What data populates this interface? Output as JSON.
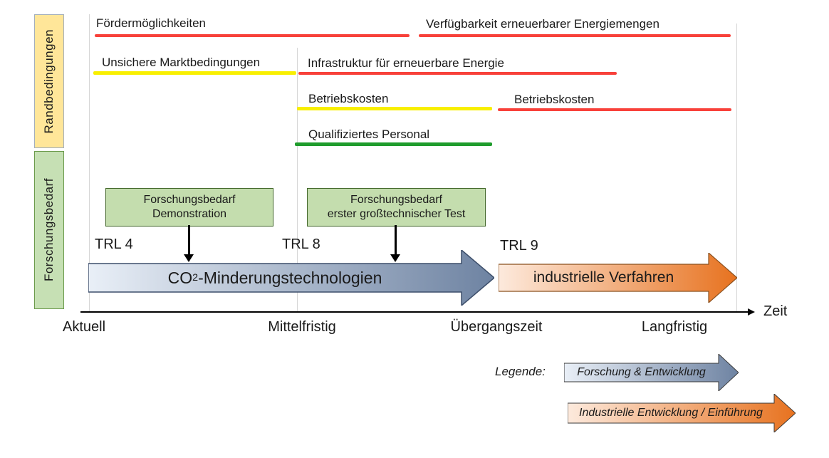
{
  "colors": {
    "red": "#f8413a",
    "yellow": "#f8ef00",
    "green": "#1f9c2c",
    "side_box_yellow_fill": "#ffe699",
    "side_box_green_fill": "#c6e0b4",
    "research_box_fill": "#c4ddae",
    "blue_arrow_start": "#e9eff7",
    "blue_arrow_end": "#6e83a2",
    "orange_arrow_start": "#fdeadd",
    "orange_arrow_end": "#e7721f"
  },
  "side_labels": {
    "randbedingungen": "Randbedingungen",
    "forschungsbedarf": "Forschungsbedarf"
  },
  "constraints": [
    {
      "label": "Fördermöglichkeiten",
      "severity": "red"
    },
    {
      "label": "Verfügbarkeit erneuerbarer Energiemengen",
      "severity": "red"
    },
    {
      "label": "Unsichere Marktbedingungen",
      "severity": "yellow"
    },
    {
      "label": "Infrastruktur für erneuerbare Energie",
      "severity": "red"
    },
    {
      "label": "Betriebskosten",
      "severity": "yellow"
    },
    {
      "label": "Betriebskosten",
      "severity": "red"
    },
    {
      "label": "Qualifiziertes Personal",
      "severity": "green"
    }
  ],
  "research_needs": [
    {
      "line1": "Forschungsbedarf",
      "line2": "Demonstration"
    },
    {
      "line1": "Forschungsbedarf",
      "line2": "erster großtechnischer Test"
    }
  ],
  "trl": {
    "t4": "TRL 4",
    "t8": "TRL 8",
    "t9": "TRL 9"
  },
  "main_arrows": {
    "research": {
      "prefix": "CO",
      "sub": "2",
      "suffix": "-Minderungstechnologien"
    },
    "industrial": {
      "label": "industrielle Verfahren"
    }
  },
  "axis": {
    "label": "Zeit",
    "ticks": [
      "Aktuell",
      "Mittelfristig",
      "Übergangszeit",
      "Langfristig"
    ]
  },
  "legend": {
    "title": "Legende:",
    "items": [
      {
        "label": "Forschung & Entwicklung"
      },
      {
        "label": "Industrielle Entwicklung / Einführung"
      }
    ]
  }
}
